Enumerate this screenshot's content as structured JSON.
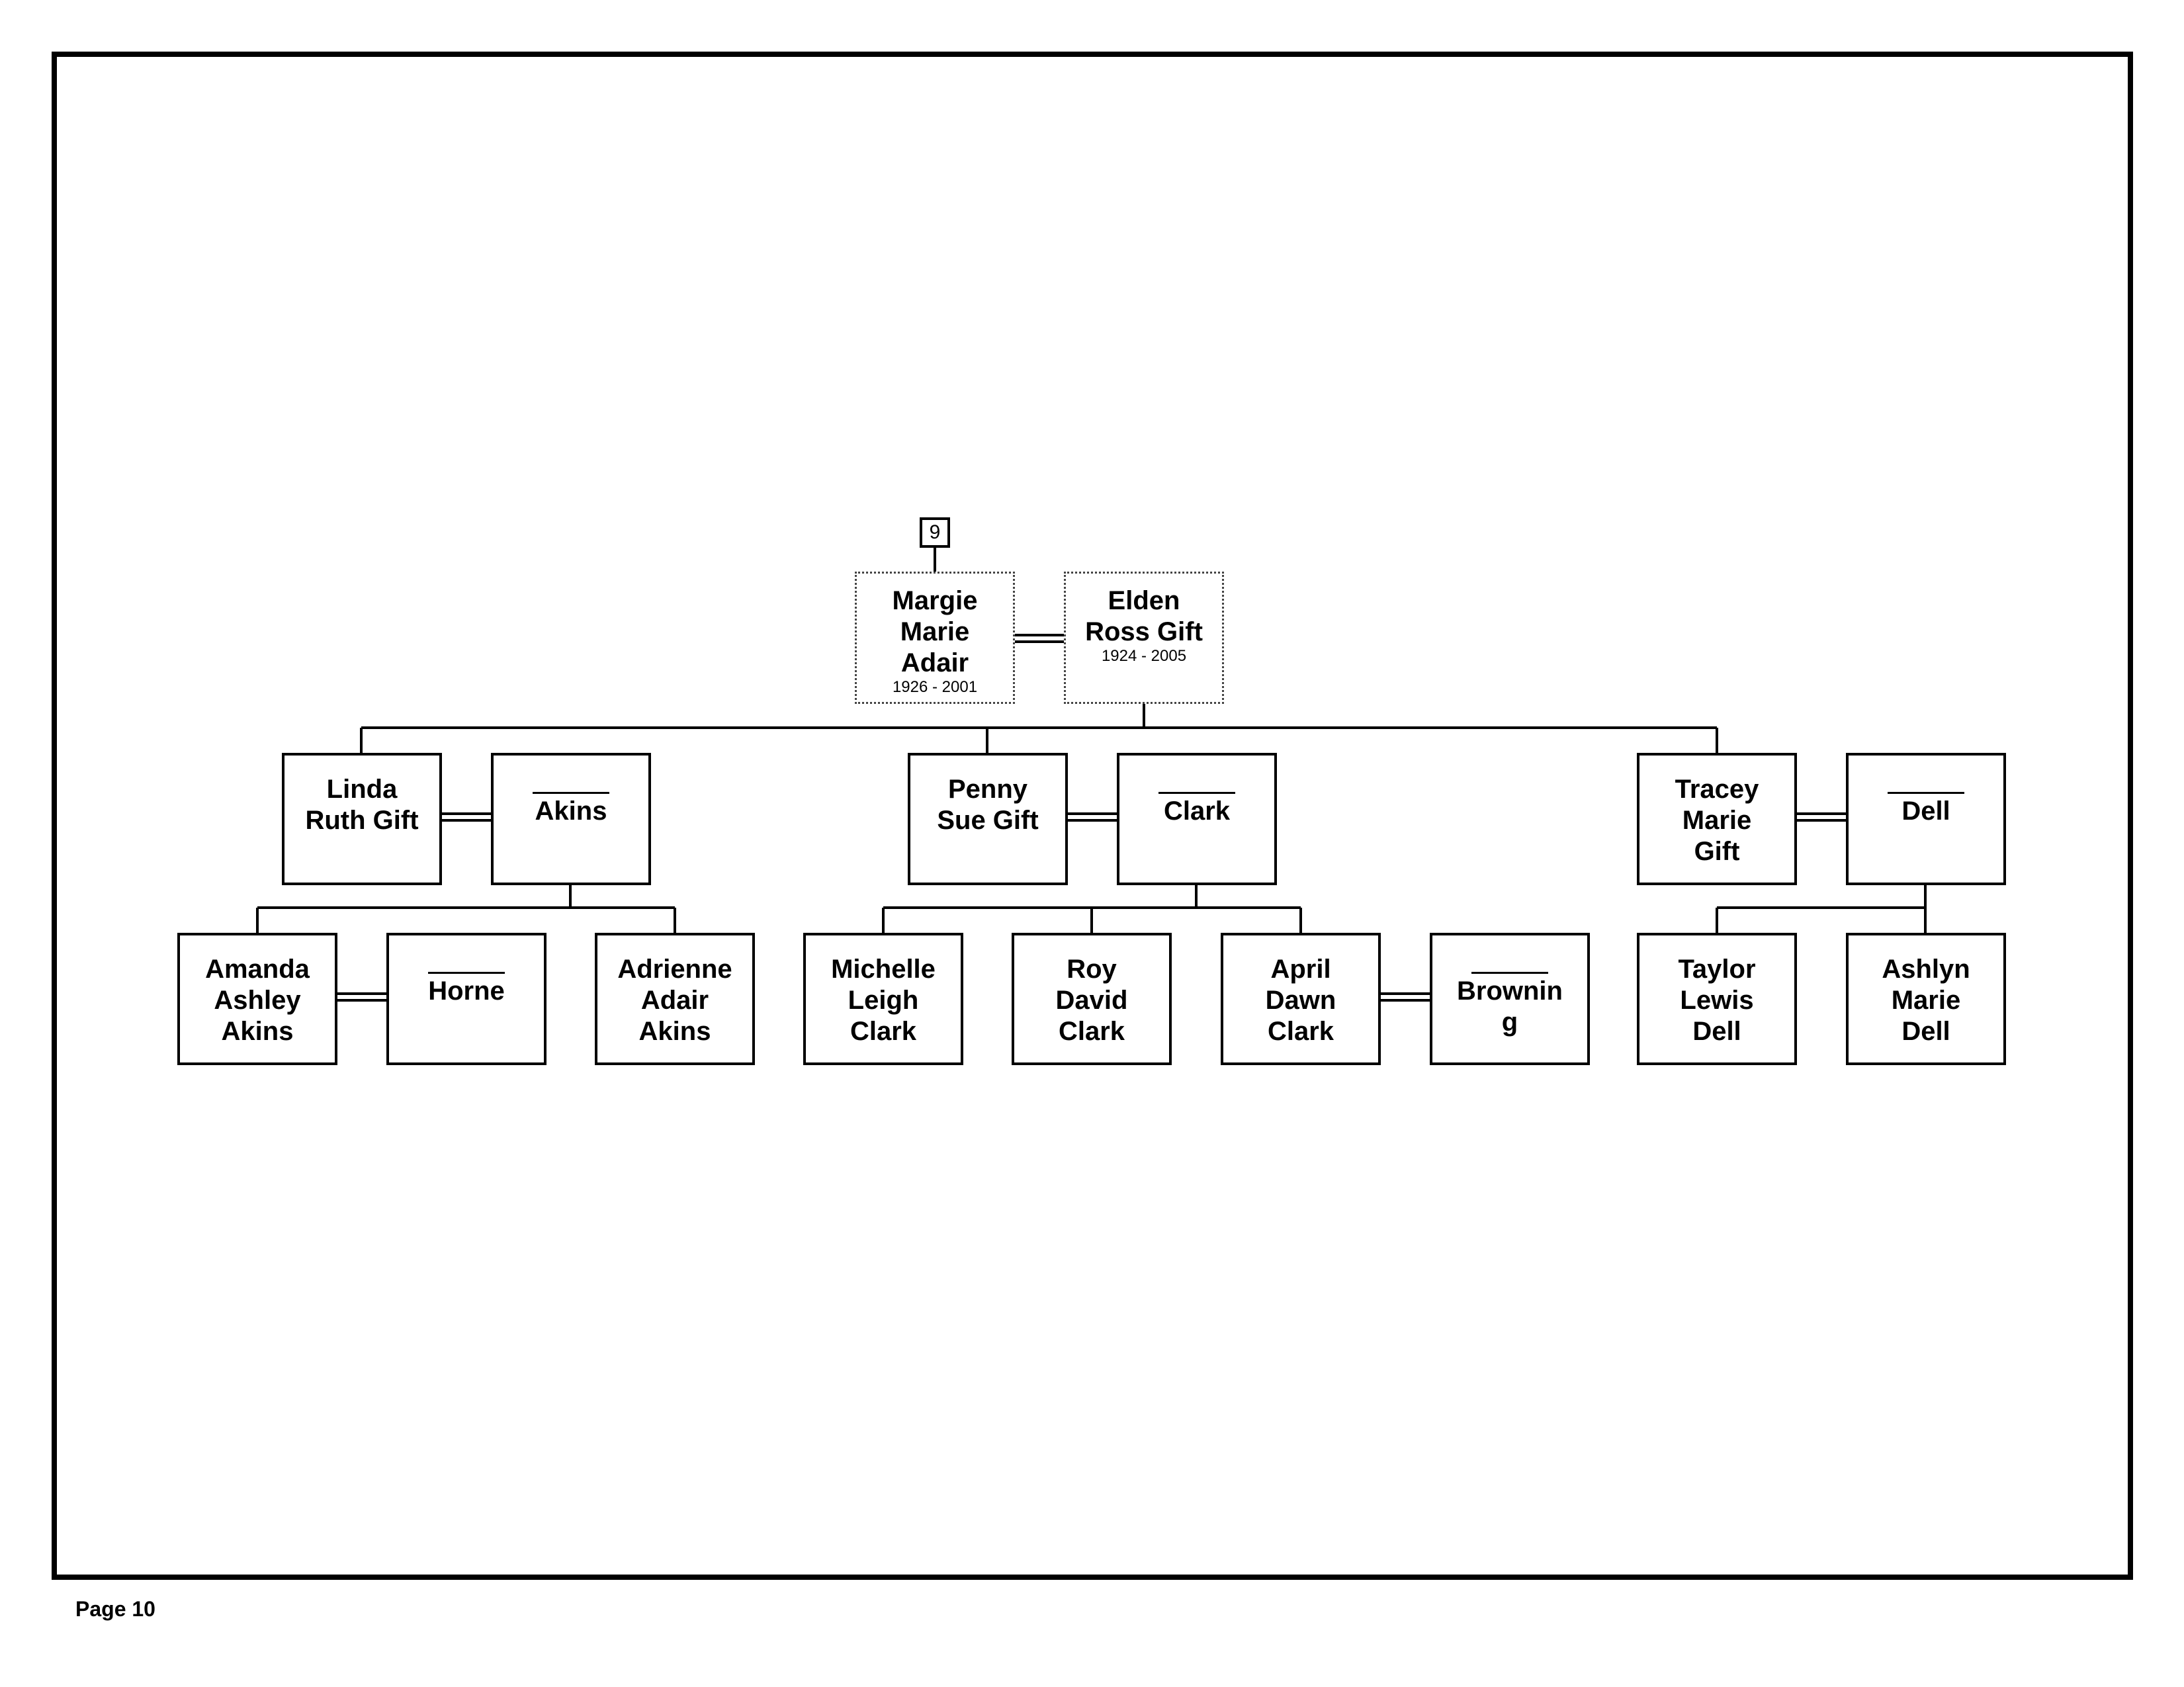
{
  "page_label": "Page 10",
  "ref_number": "9",
  "people": {
    "margie": {
      "name": "Margie\nMarie\nAdair",
      "dates": "1926 - 2001"
    },
    "elden": {
      "name": "Elden\nRoss Gift",
      "dates": "1924 - 2005"
    },
    "linda": {
      "name": "Linda\nRuth Gift"
    },
    "akins": {
      "name": "Akins"
    },
    "penny": {
      "name": "Penny\nSue Gift"
    },
    "clark": {
      "name": "Clark"
    },
    "tracey": {
      "name": "Tracey\nMarie\nGift"
    },
    "dell": {
      "name": "Dell"
    },
    "amanda": {
      "name": "Amanda\nAshley\nAkins"
    },
    "horne": {
      "name": "Horne"
    },
    "adrienne": {
      "name": "Adrienne\nAdair\nAkins"
    },
    "michelle": {
      "name": "Michelle\nLeigh\nClark"
    },
    "roy": {
      "name": "Roy\nDavid\nClark"
    },
    "april": {
      "name": "April\nDawn\nClark"
    },
    "browning": {
      "name": "Brownin\ng"
    },
    "taylor": {
      "name": "Taylor\nLewis\nDell"
    },
    "ashlyn": {
      "name": "Ashlyn\nMarie\nDell"
    }
  }
}
